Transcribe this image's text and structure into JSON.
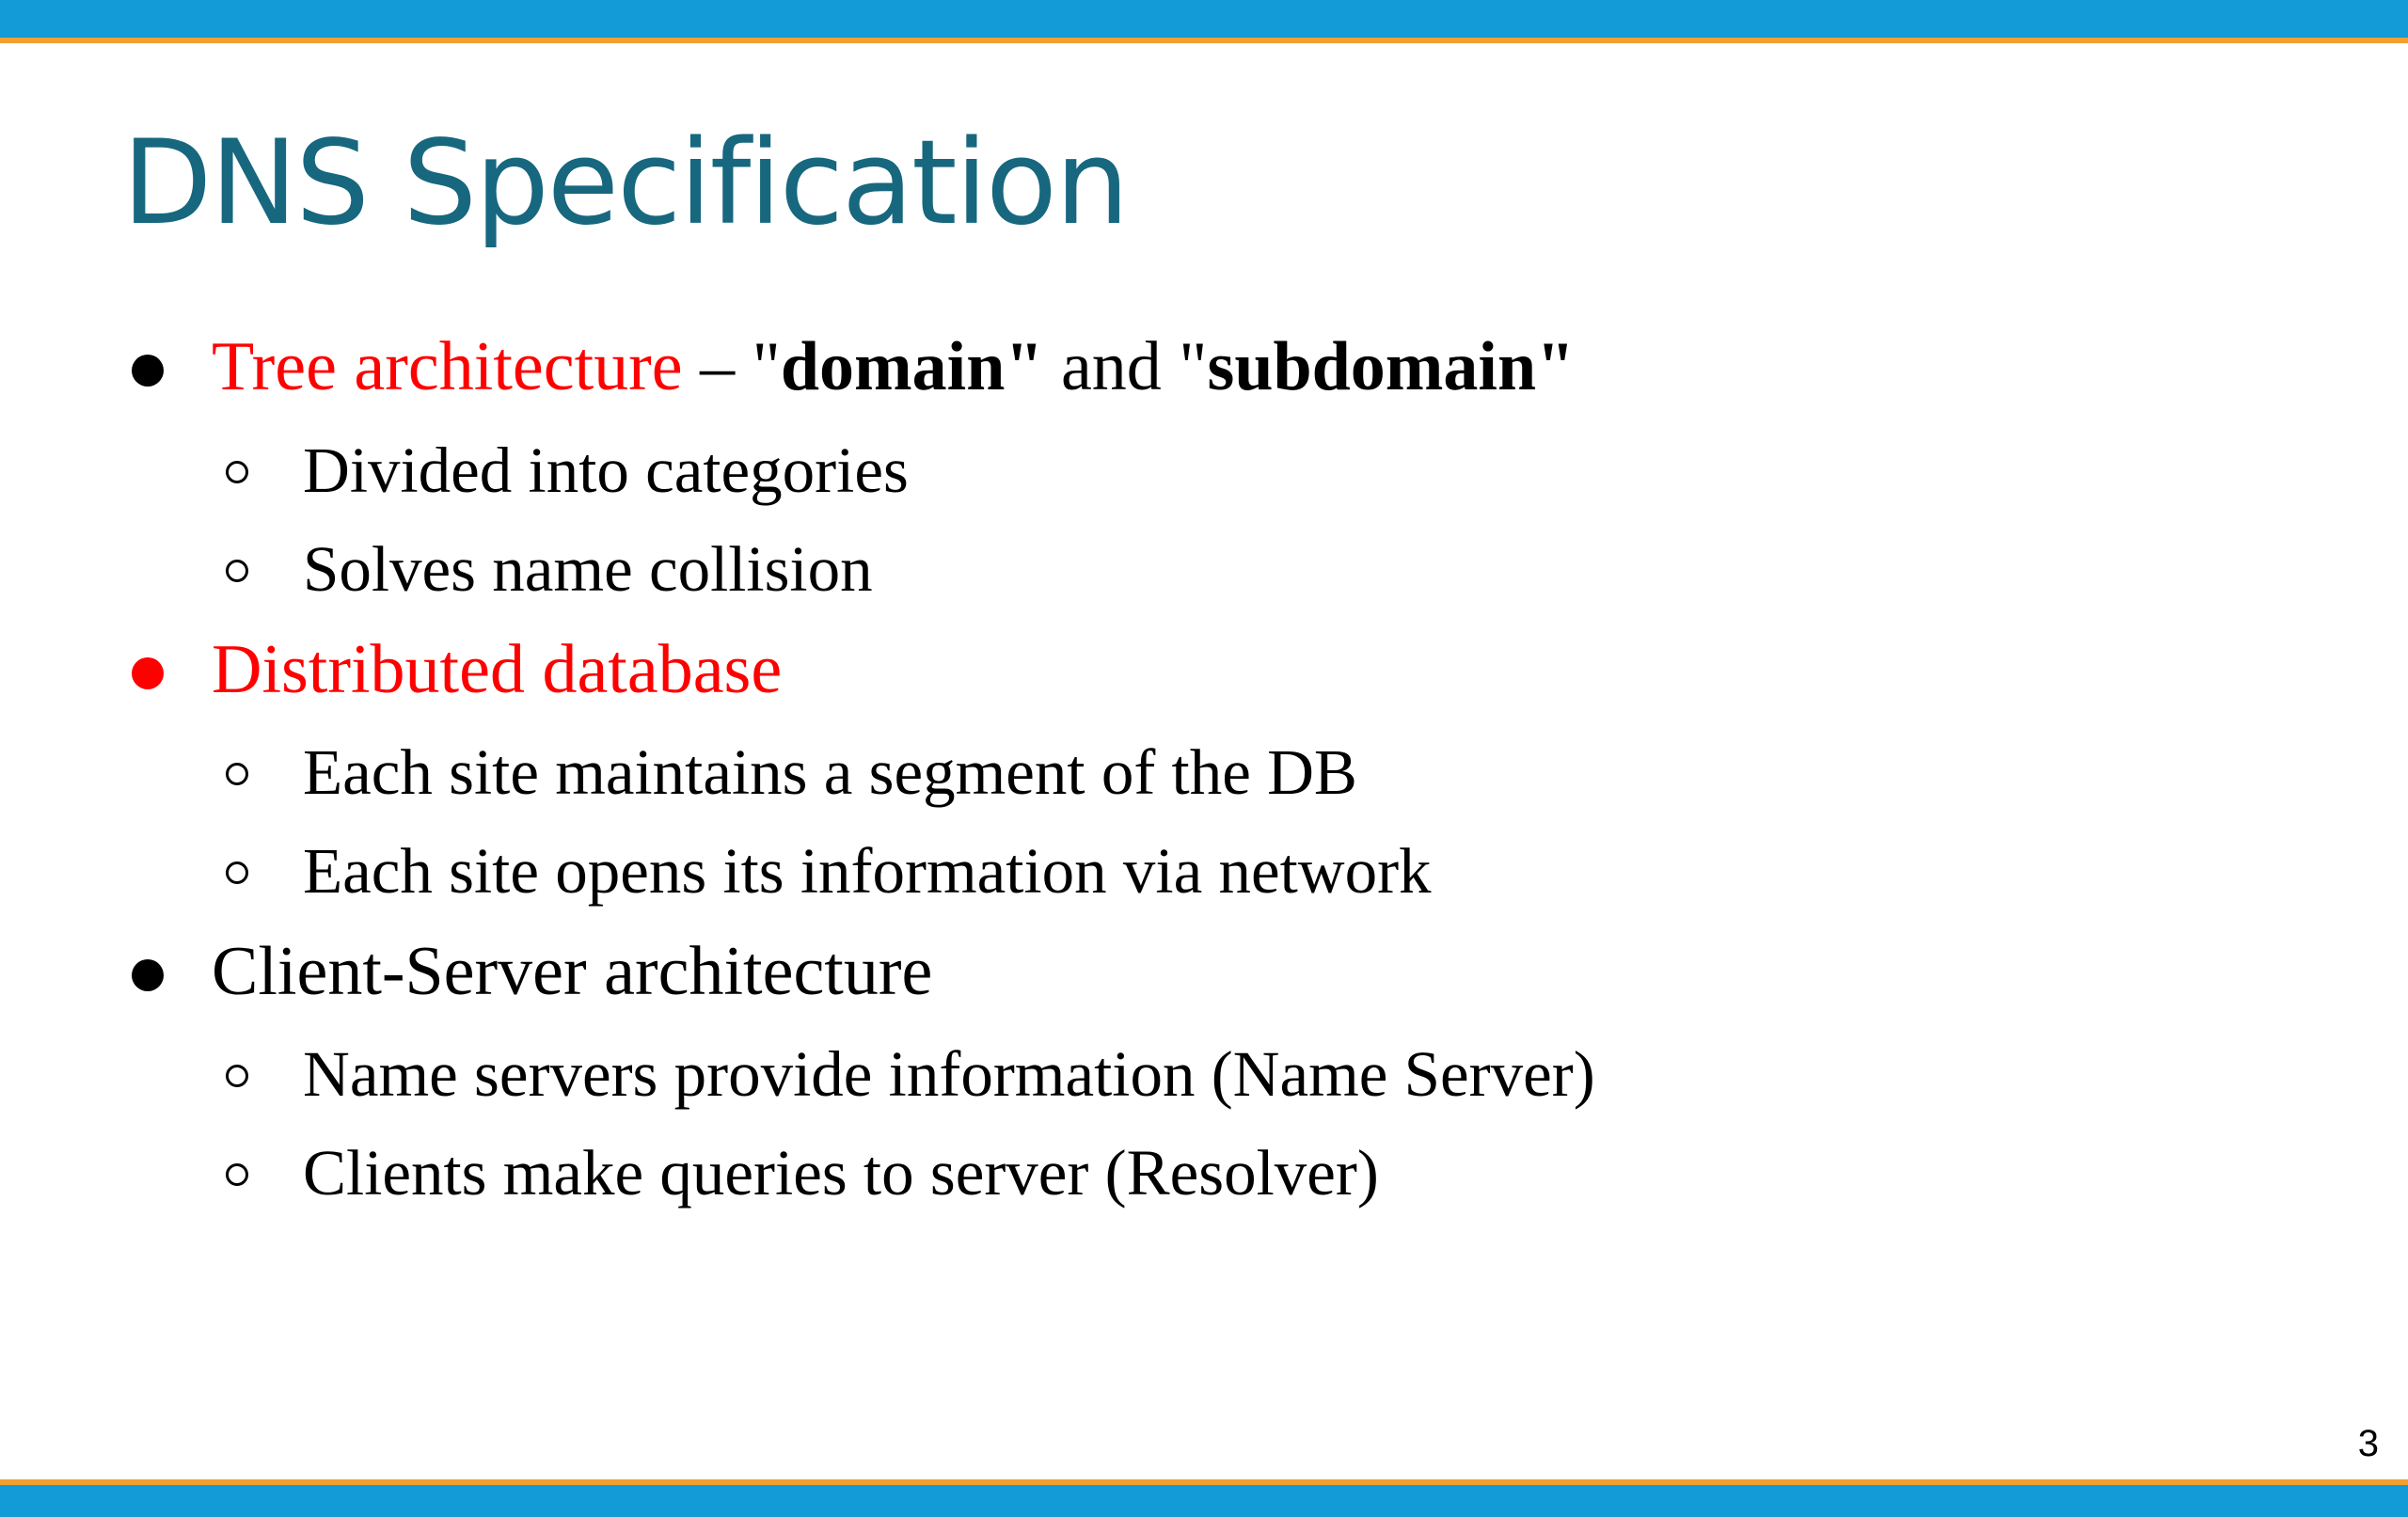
{
  "slide": {
    "title": "DNS Specification",
    "page_number": "3",
    "colors": {
      "title": "#17677f",
      "accent_bar": "#129bd6",
      "accent_stripe": "#f0a030",
      "highlight": "#ff0000"
    }
  },
  "bullets": [
    {
      "parts": {
        "highlight": "Tree architecture",
        "dash": " – \"",
        "bold1": "domain\"",
        "mid": " and \"",
        "bold2": "subdomain\""
      },
      "children": [
        "Divided into categories",
        "Solves name collision"
      ]
    },
    {
      "text": "Distributed database",
      "children": [
        "Each site maintains a segment of the DB",
        "Each site opens its information via network"
      ]
    },
    {
      "text": "Client-Server architecture",
      "children": [
        "Name servers provide information (Name Server)",
        "Clients make queries to server (Resolver)"
      ]
    }
  ]
}
